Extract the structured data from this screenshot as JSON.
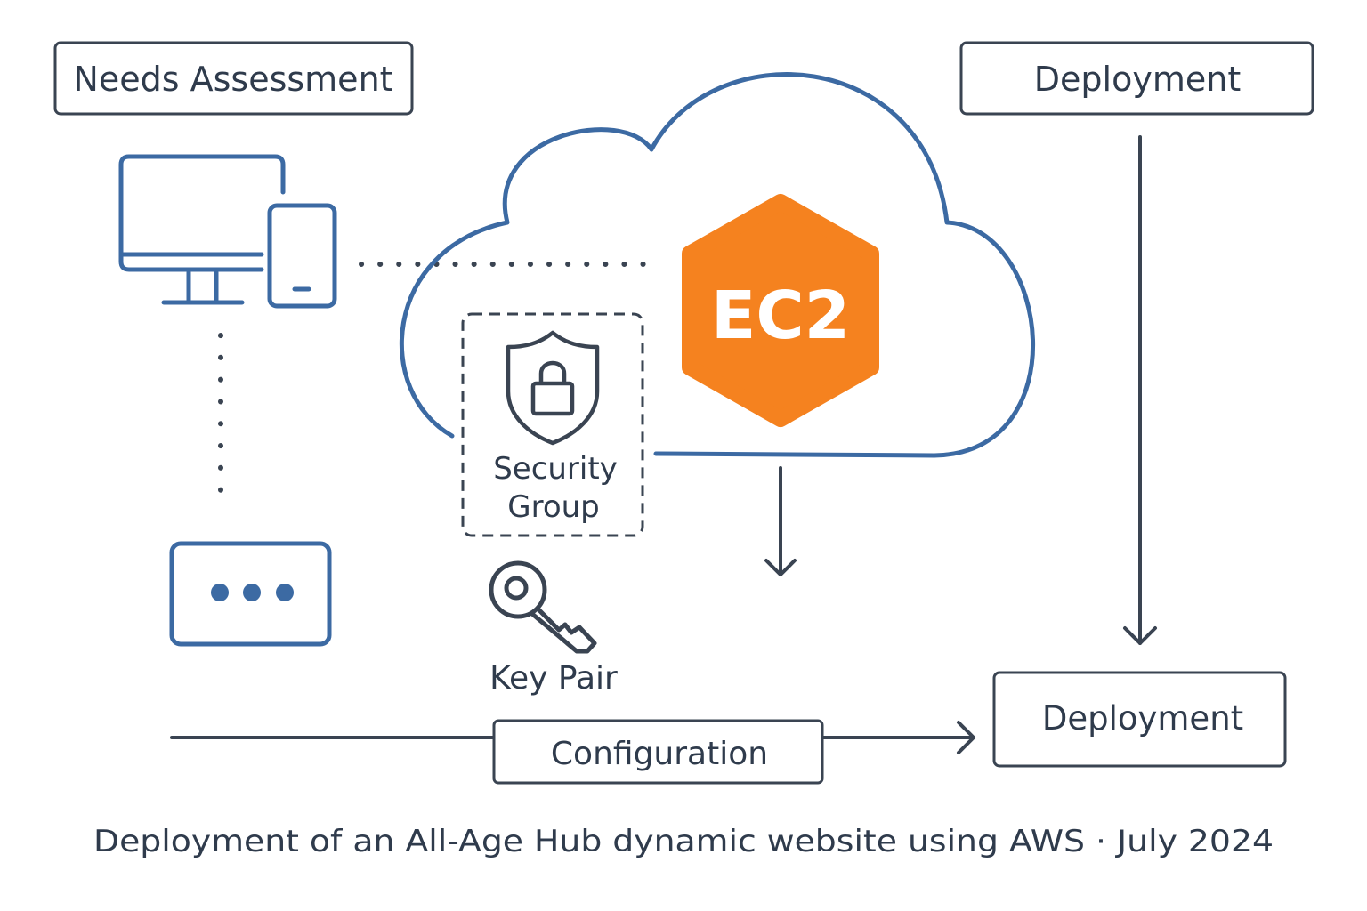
{
  "diagram": {
    "boxes": {
      "needs_assessment": "Needs Assessment",
      "deployment_top": "Deployment",
      "deployment_bottom": "Deployment",
      "configuration": "Configuration"
    },
    "ec2_label": "EC2",
    "security_group": {
      "line1": "Security",
      "line2": "Group"
    },
    "key_pair_label": "Key Pair",
    "caption": "Deployment of an All-Age Hub dynamic website using AWS · July 2024"
  },
  "colors": {
    "ink": "#2f3b4c",
    "blue": "#3c6aa3",
    "orange": "#f5821f",
    "gray": "#3a4452"
  },
  "icons": {
    "devices": "desktop-and-phone-icon",
    "input_box": "ellipsis-box-icon",
    "shield": "shield-lock-icon",
    "key": "key-icon",
    "cloud": "cloud-icon"
  }
}
